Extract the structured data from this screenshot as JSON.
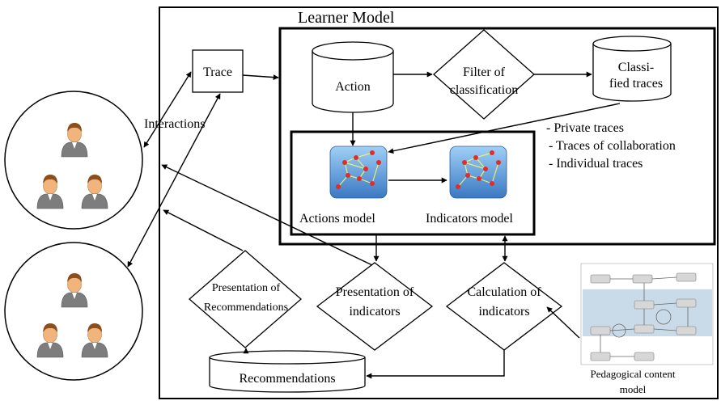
{
  "learner_model": {
    "title": "Learner Model"
  },
  "trace": {
    "label": "Trace"
  },
  "action": {
    "label": "Action"
  },
  "filter": {
    "line1": "Filter of",
    "line2": "classification"
  },
  "classified": {
    "line1": "Classi-",
    "line2": "fied traces"
  },
  "trace_types": [
    "- Private traces",
    "- Traces of collaboration",
    "- Individual traces"
  ],
  "actions_model": {
    "label": "Actions model"
  },
  "indicators_model": {
    "label": "Indicators model"
  },
  "interactions": {
    "label": "Interactions"
  },
  "presentation_recommendations": {
    "line1": "Presentation of",
    "line2": "Recommendations"
  },
  "presentation_indicators": {
    "line1": "Presentation of",
    "line2": "indicators"
  },
  "calculation_indicators": {
    "line1": "Calculation of",
    "line2": "indicators"
  },
  "recommendations": {
    "label": "Recommendations"
  },
  "pedagogical_content_model": {
    "line1": "Pedagogical content",
    "line2": "model"
  },
  "colors": {
    "line": "#000000",
    "user_skin": "#f0b47c",
    "user_hair": "#8a4f1c",
    "user_shirt": "#7d7d7d",
    "model_icon_bg": "#4a8fd6",
    "graph_node": "#e52a2a",
    "graph_edge": "#e8f070",
    "ped_bg": "#c9dbe9"
  }
}
